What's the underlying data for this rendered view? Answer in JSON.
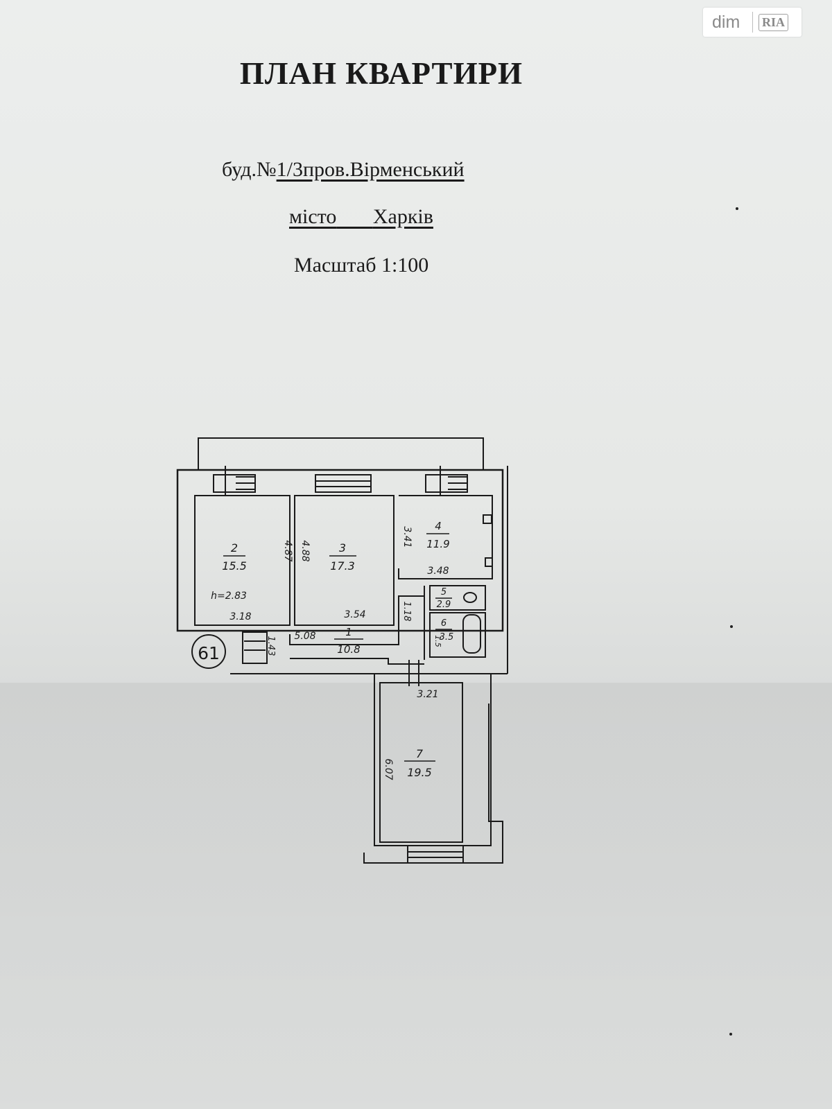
{
  "logo": {
    "dim": "dim",
    "ria": "RIA"
  },
  "header": {
    "title": "ПЛАН КВАРТИРИ",
    "address_prefix": "буд.№",
    "address_underlined": "1/3пров.Вірменський",
    "city_label": "місто",
    "city_name": "Харків",
    "scale": "Масштаб 1:100"
  },
  "plan": {
    "apartment_number": "61",
    "rooms": [
      {
        "number": "1",
        "area": "10.8"
      },
      {
        "number": "2",
        "area": "15.5"
      },
      {
        "number": "3",
        "area": "17.3"
      },
      {
        "number": "4",
        "area": "11.9"
      },
      {
        "number": "5",
        "area": "2.9"
      },
      {
        "number": "6",
        "area": "3.5"
      },
      {
        "number": "7",
        "area": "19.5"
      }
    ],
    "dimensions": {
      "room2_width": "3.18",
      "room2_length": "4.87",
      "room2_height": "h=2.83",
      "room3_length": "4.88",
      "room3_width": "3.54",
      "room4_length": "3.41",
      "room4_width": "3.48",
      "hall_length": "5.08",
      "hall_width": "1.43",
      "corridor_width": "1.18",
      "room7_width": "3.21",
      "room7_length": "6.07",
      "bath_small": "1.5"
    }
  }
}
